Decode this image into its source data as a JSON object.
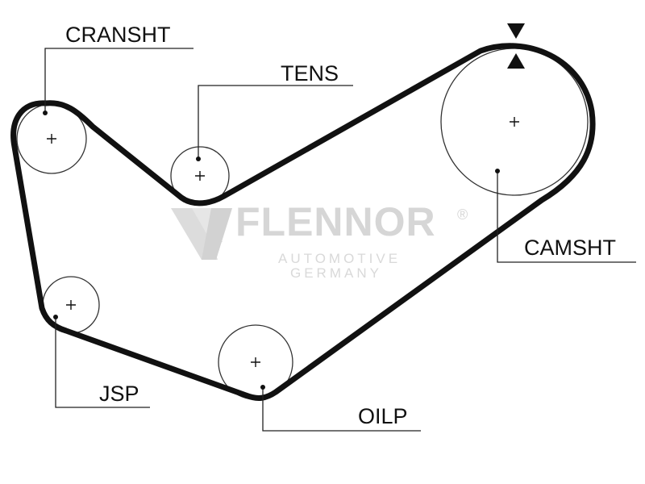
{
  "labels": {
    "cranksht": "CRANSHT",
    "tens": "TENS",
    "camsht": "CAMSHT",
    "jsp": "JSP",
    "oilp": "OILP"
  },
  "watermark": {
    "brand": "FLENNOR",
    "registered": "®",
    "line1": "AUTOMOTIVE",
    "line2": "GERMANY"
  },
  "colors": {
    "belt": "#111111",
    "pulley_outline": "#333333",
    "watermark": "#d6d6d6"
  }
}
